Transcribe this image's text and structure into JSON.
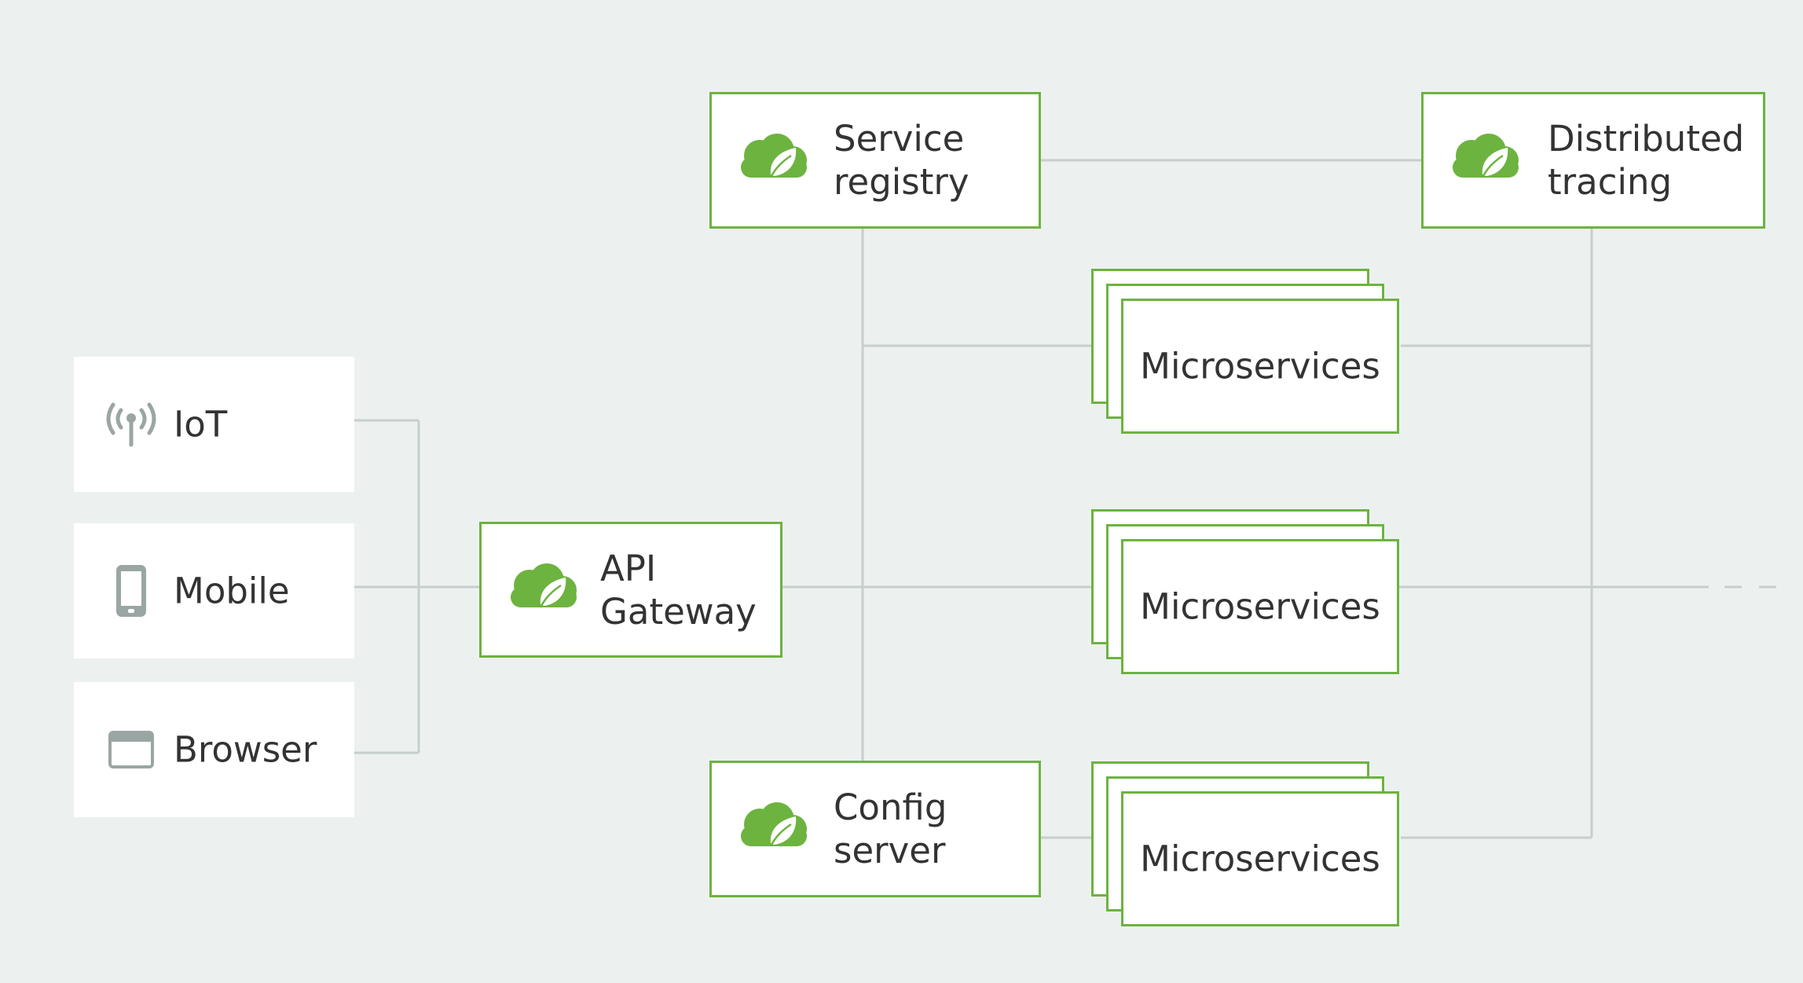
{
  "clients": [
    {
      "label": "IoT",
      "icon": "antenna-icon"
    },
    {
      "label": "Mobile",
      "icon": "mobile-phone-icon"
    },
    {
      "label": "Browser",
      "icon": "browser-window-icon"
    }
  ],
  "gateway": {
    "line1": "API",
    "line2": "Gateway",
    "icon": "spring-cloud-icon"
  },
  "service_registry": {
    "line1": "Service",
    "line2": "registry",
    "icon": "spring-cloud-icon"
  },
  "config_server": {
    "line1": "Config",
    "line2": "server",
    "icon": "spring-cloud-icon"
  },
  "distributed_tracing": {
    "line1": "Distributed",
    "line2": "tracing",
    "icon": "spring-cloud-icon"
  },
  "microservices": [
    {
      "label": "Microservices"
    },
    {
      "label": "Microservices"
    },
    {
      "label": "Microservices"
    }
  ],
  "colors": {
    "background": "#ecf1f0",
    "box_border": "#6db33f",
    "cloud_green": "#6db33f",
    "connector": "#c6cfcd",
    "client_icon": "#9aa6a3",
    "text": "#333333"
  }
}
